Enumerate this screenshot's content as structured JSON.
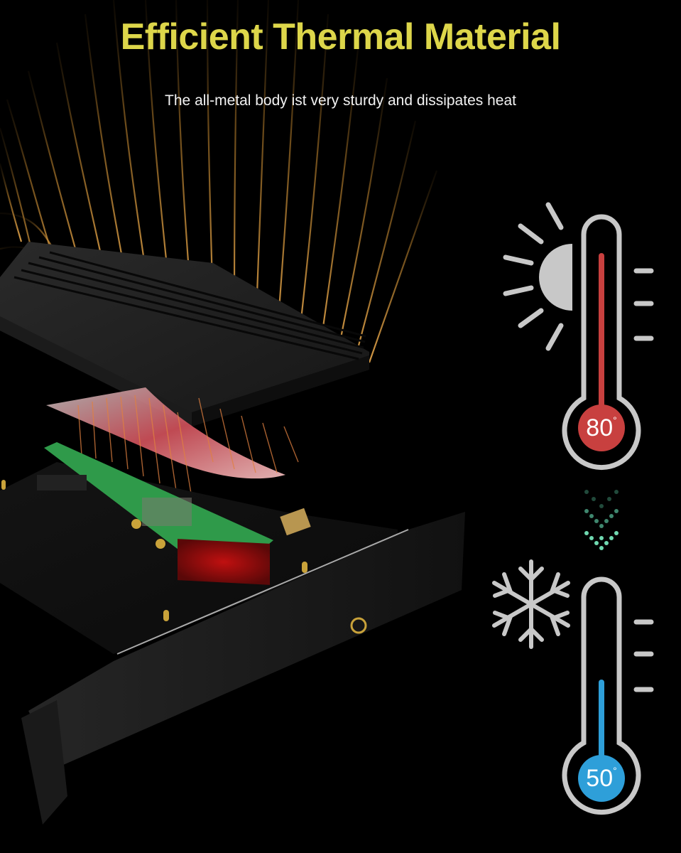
{
  "header": {
    "title": "Efficient Thermal Material",
    "subtitle": "The all-metal body ist very sturdy and dissipates heat"
  },
  "colors": {
    "title": "#ddd64a",
    "subtitle": "#f2f2f2",
    "background": "#000000",
    "hot": "#c8403f",
    "cold": "#2e9fd9",
    "icon_gray": "#c8c8c8",
    "heat_lines": "#d9a040",
    "arrow_green": "#6fd9b0"
  },
  "illustration": {
    "subject": "M.2 SSD PCIe adapter card with heatsink",
    "parts": [
      "heatsink",
      "thermal-pad",
      "ssd-module",
      "pcie-card",
      "bracket"
    ]
  },
  "gauges": {
    "hot": {
      "icon": "sun-icon",
      "value": "80",
      "unit": "°"
    },
    "arrow": {
      "icon": "down-arrow-dotted-icon"
    },
    "cold": {
      "icon": "snowflake-icon",
      "value": "50",
      "unit": "°"
    }
  }
}
